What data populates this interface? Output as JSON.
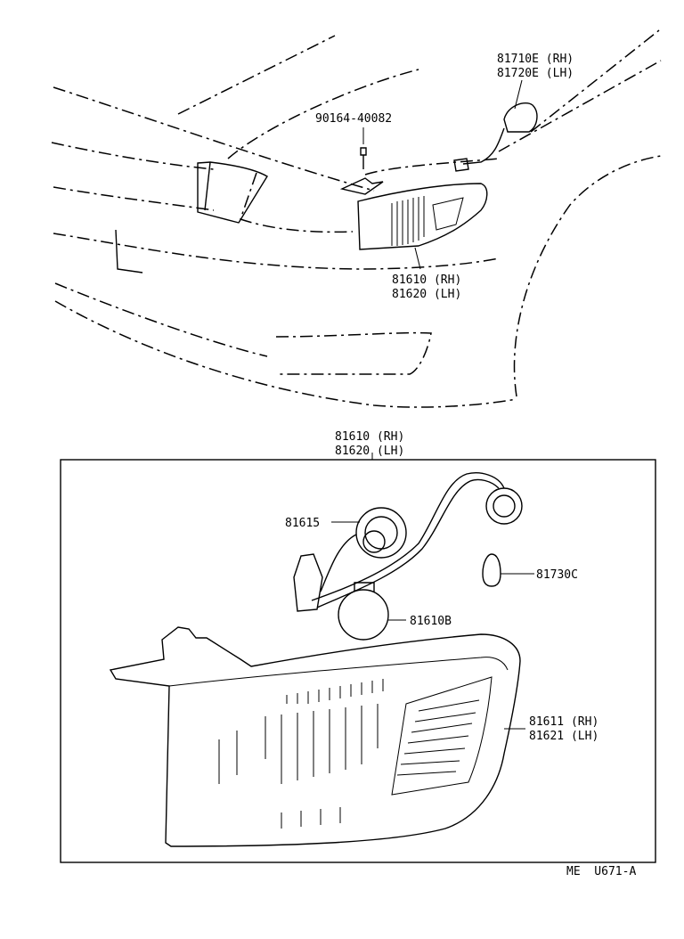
{
  "parts": {
    "clip": "90164-40082",
    "socket_rh": "81710E (RH)",
    "socket_lh": "81720E (LH)",
    "lamp_rh": "81610 (RH)",
    "lamp_lh": "81620 (LH)",
    "box_rh": "81610 (RH)",
    "box_lh": "81620 (LH)",
    "socket_wire": "81615",
    "small_bulb": "81730C",
    "bulb": "81610B",
    "lens_rh": "81611 (RH)",
    "lens_lh": "81621 (LH)"
  },
  "figure_code": "ME  U671-A"
}
